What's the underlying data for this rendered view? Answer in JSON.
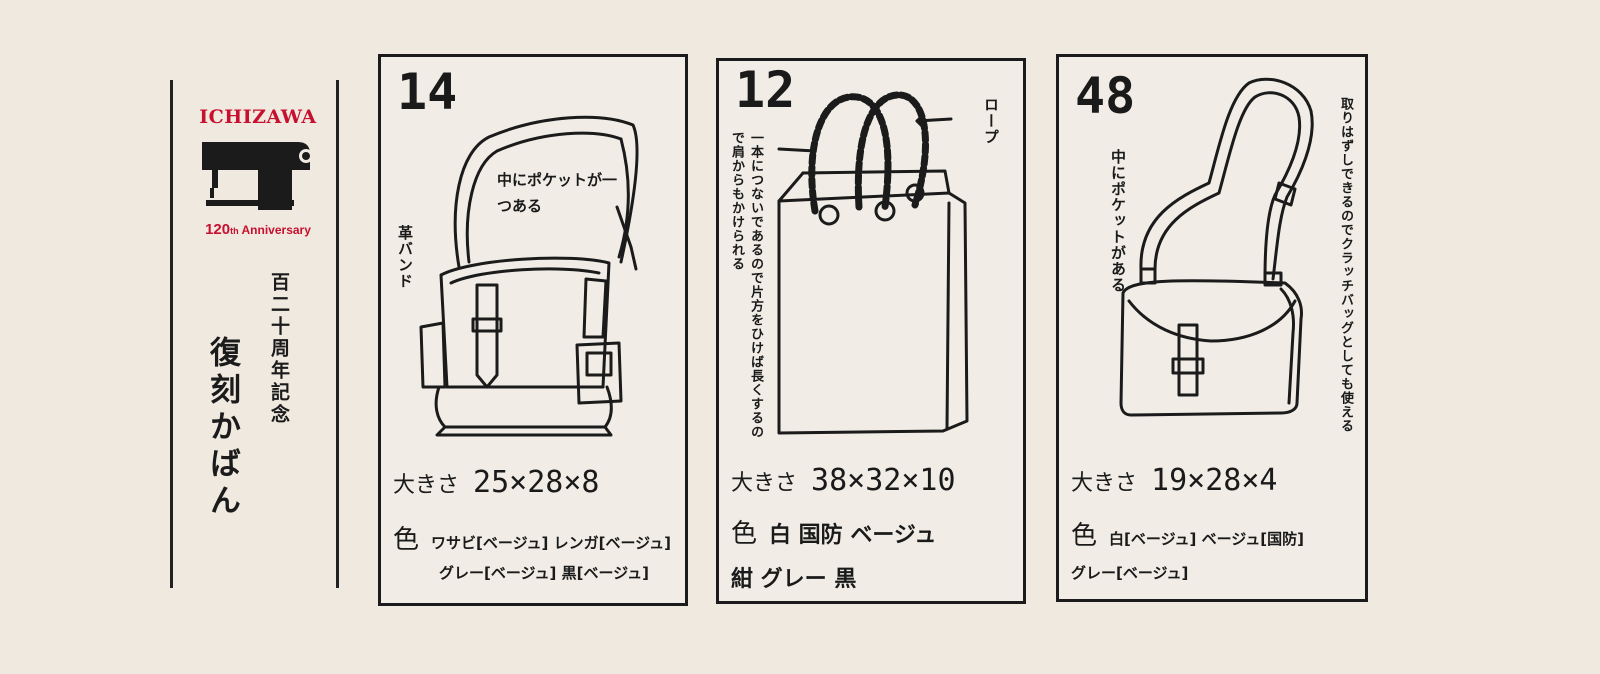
{
  "brand": {
    "name": "ICHIZAWA",
    "anniversary_number": "120",
    "anniversary_suffix": "th",
    "anniversary_word": "Anniversary",
    "accent_color": "#c8102e",
    "logo_icon": "sewing-machine-icon"
  },
  "heading": {
    "subtitle": "百二十周年記念",
    "title": "復刻かばん"
  },
  "cards": [
    {
      "number": "14",
      "size_label": "大きさ",
      "size_value": "25×28×8",
      "color_label": "色",
      "colors_line1": "ワサビ[ベージュ] レンガ[ベージュ]",
      "colors_line2": "グレー[ベージュ] 黒[ベージュ]",
      "note_pocket": "中にポケットが一つある",
      "note_band": "革バンド",
      "drawing": "backpack-drawing"
    },
    {
      "number": "12",
      "size_label": "大きさ",
      "size_value": "38×32×10",
      "color_label": "色",
      "colors_line1": "白 国防 ベージュ",
      "colors_line2": "紺 グレー 黒",
      "note_rope": "ロープ",
      "note_side": "一本につないであるので片方をひけば長くするので肩からもかけられる",
      "drawing": "tote-bag-drawing"
    },
    {
      "number": "48",
      "size_label": "大きさ",
      "size_value": "19×28×4",
      "color_label": "色",
      "colors_line1": "白[ベージュ] ベージュ[国防]",
      "colors_line2": "グレー[ベージュ]",
      "note_pocket": "中にポケットがある",
      "note_strap": "取りはずしできるのでクラッチバッグとしても使える",
      "drawing": "shoulder-bag-drawing"
    }
  ]
}
